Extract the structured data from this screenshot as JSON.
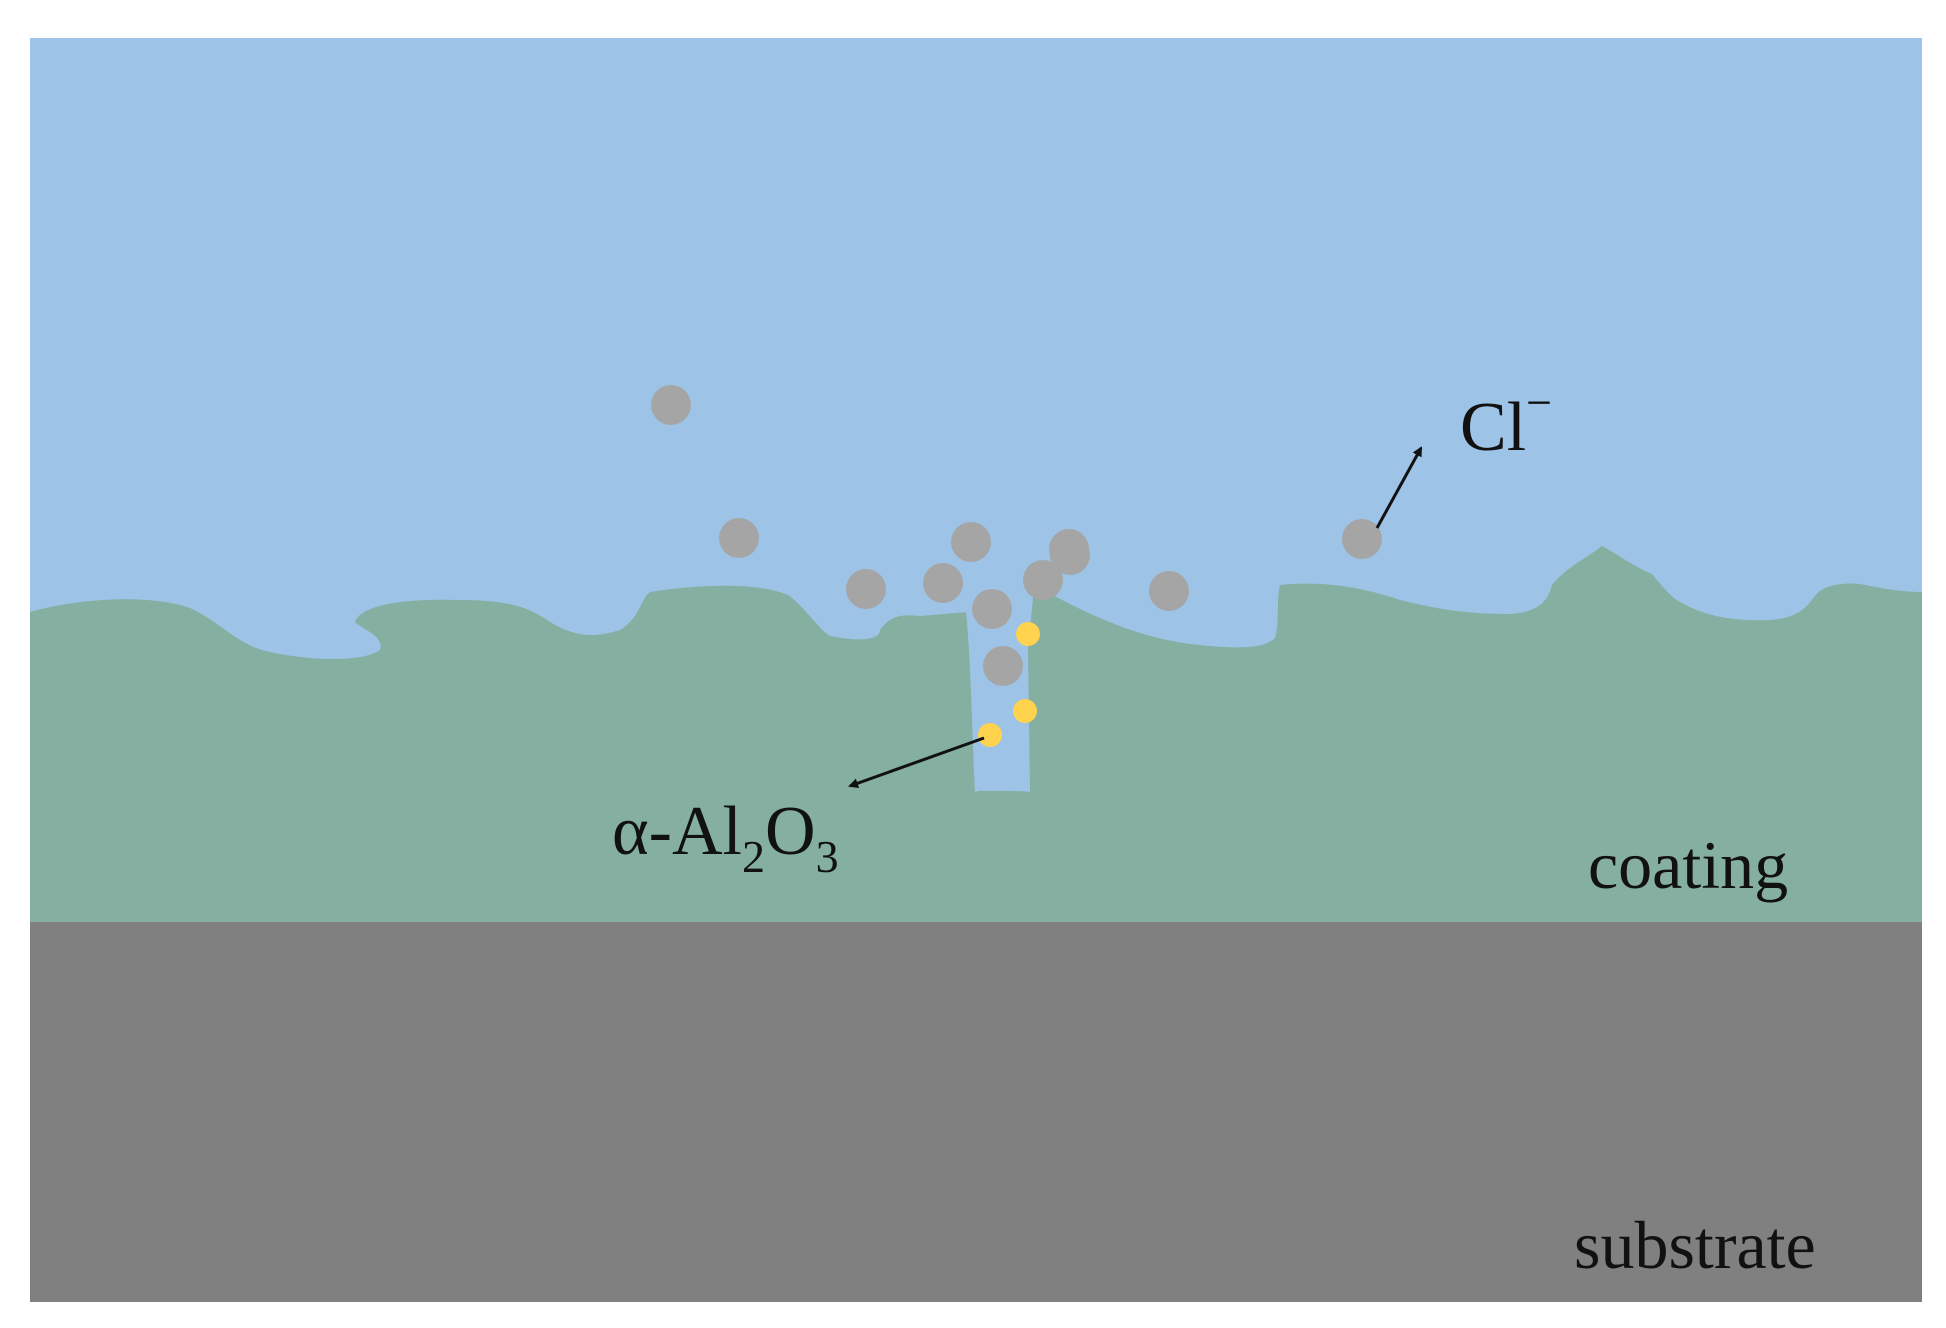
{
  "labels": {
    "chloride": {
      "base": "Cl",
      "sup": "−"
    },
    "alumina": {
      "prefix": "α-Al",
      "sub1": "2",
      "mid": "O",
      "sub2": "3"
    },
    "coating": "coating",
    "substrate": "substrate"
  },
  "colors": {
    "solution": "#9dc3e6",
    "coating": "#84afa1",
    "substrate": "#808080",
    "chloride_ion": "#a5a5a5",
    "alumina_particle": "#ffd34e",
    "arrow": "#111111",
    "background": "#ffffff"
  },
  "counts": {
    "chloride_ions": 12,
    "alumina_particles": 3
  }
}
